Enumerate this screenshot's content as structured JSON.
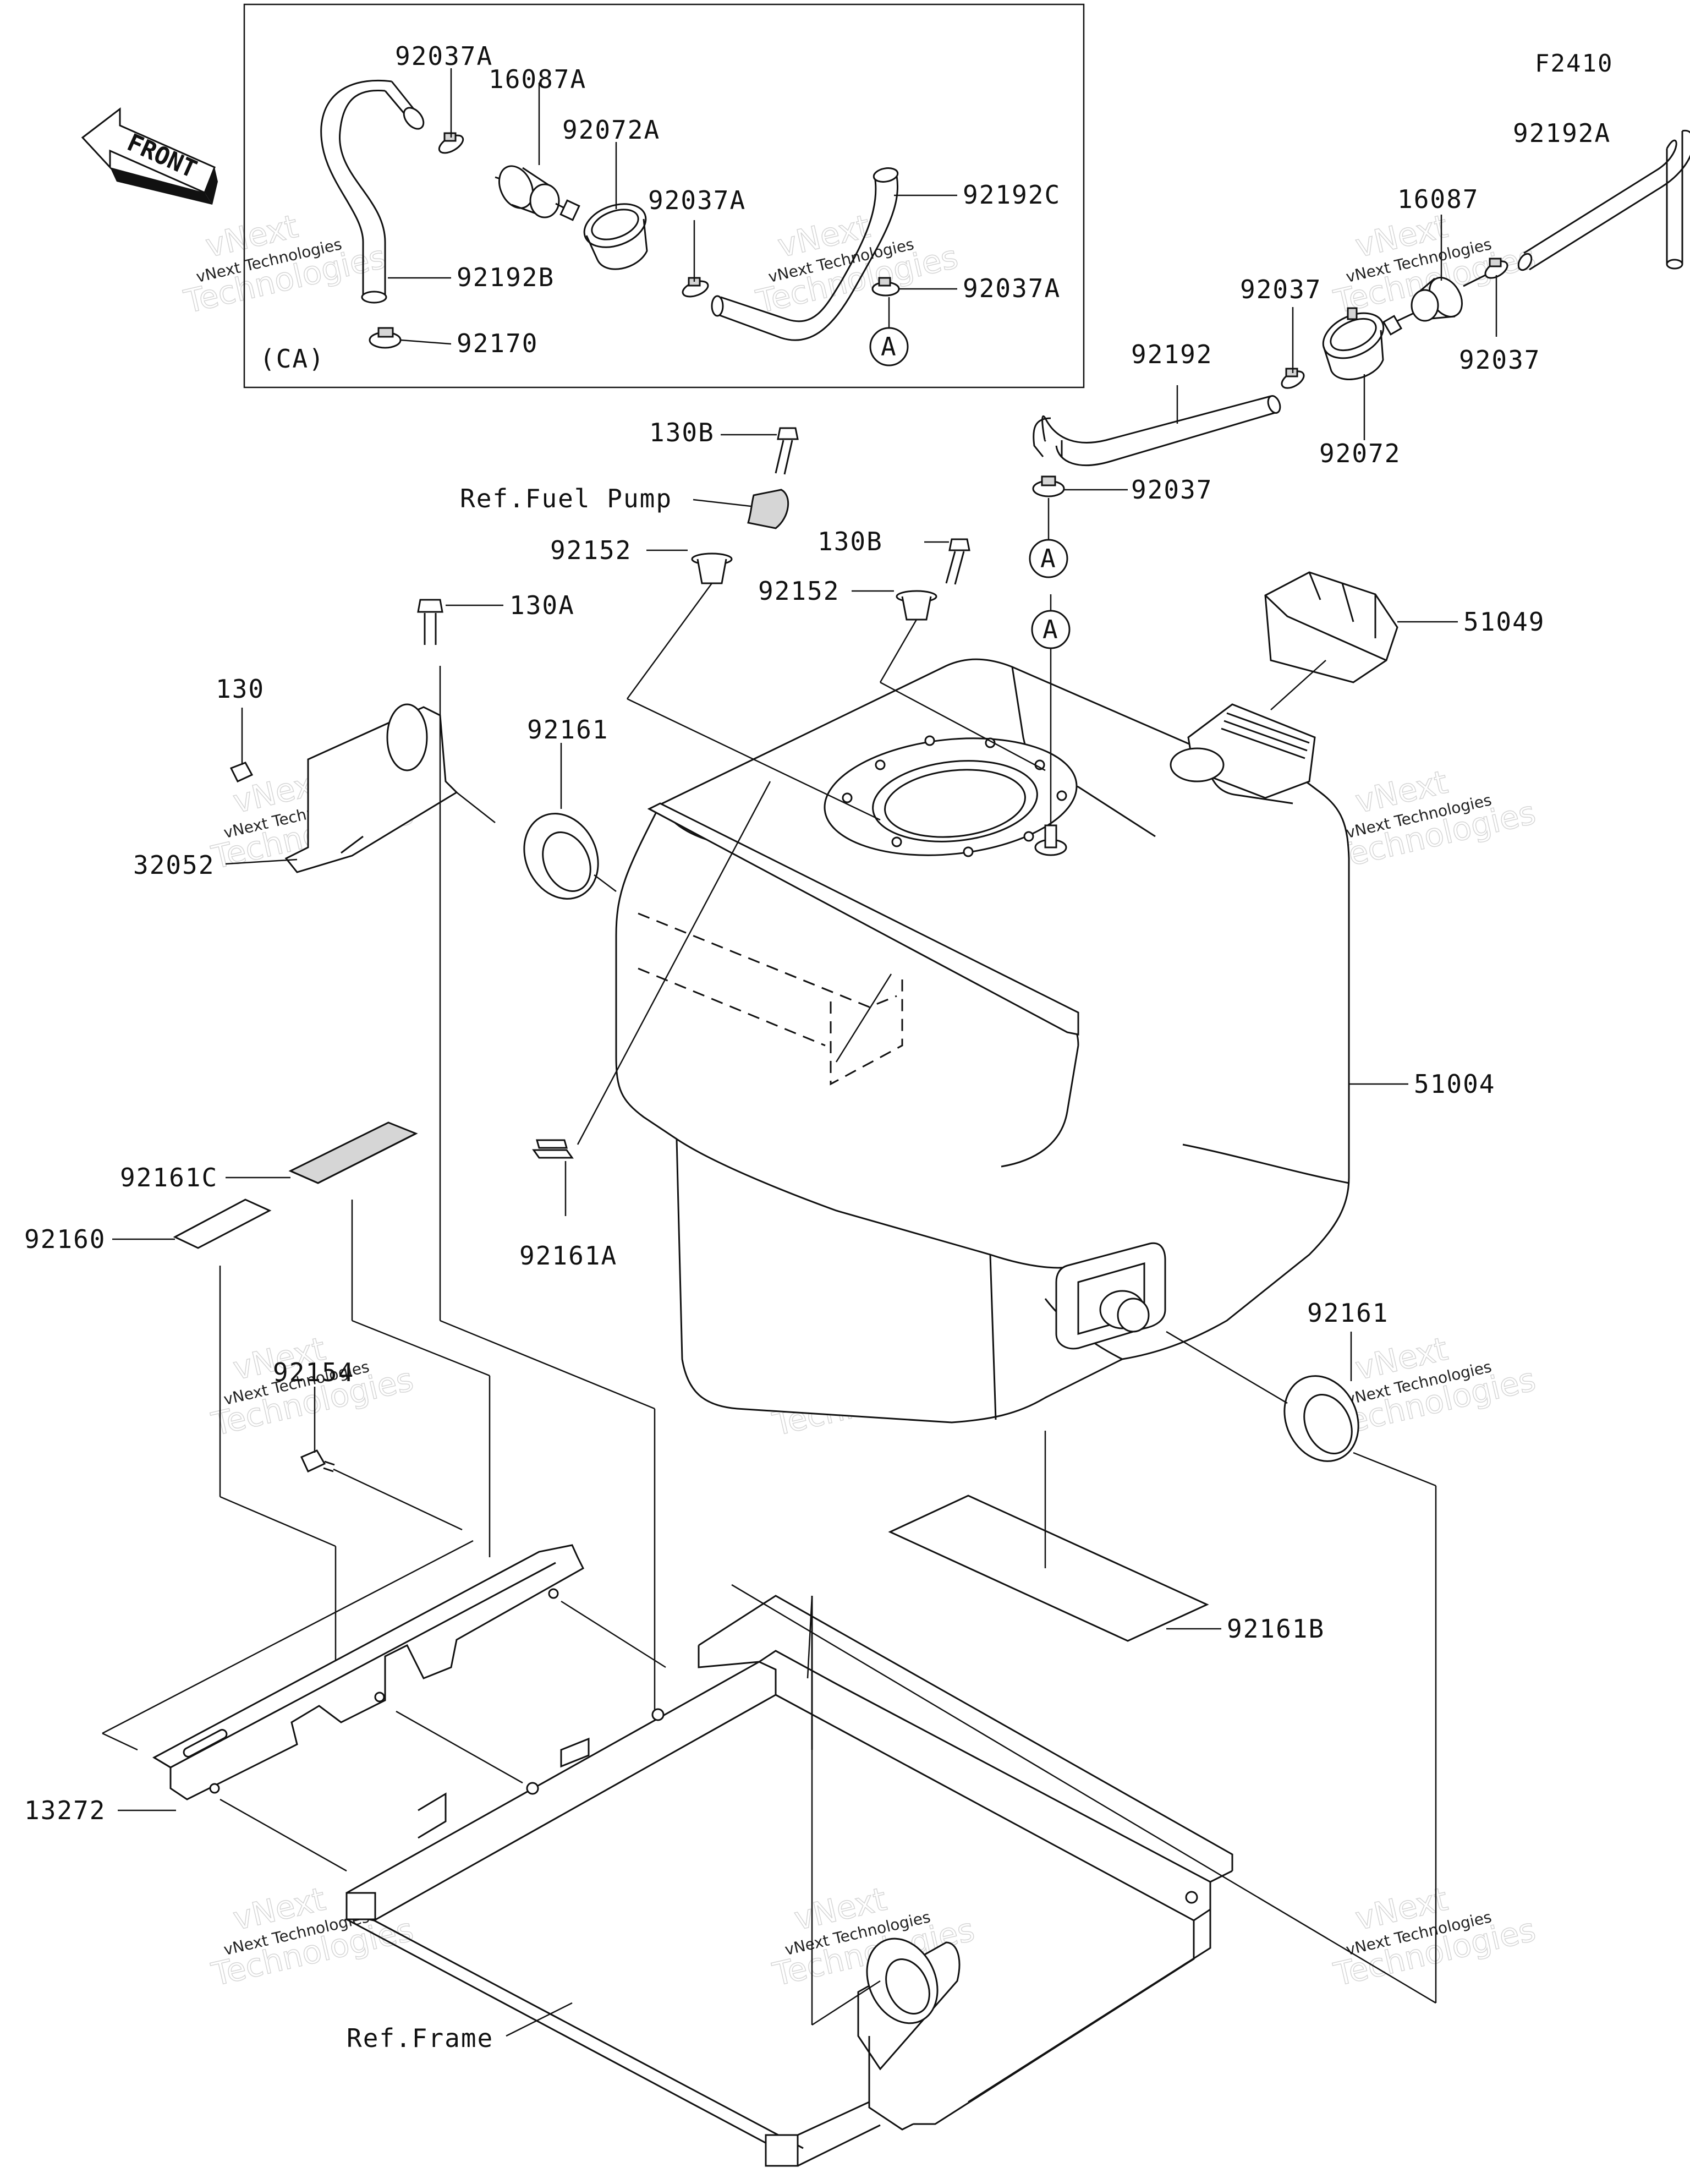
{
  "diagram_code": "F2410",
  "front_label": "FRONT",
  "inset_label": "(CA)",
  "watermark_text": [
    "vNext",
    "vNext Technologies",
    "Technologies"
  ],
  "callouts": {
    "inset_92037A_top": "92037A",
    "inset_16087A": "16087A",
    "inset_92072A": "92072A",
    "inset_92037A_mid": "92037A",
    "inset_92192C": "92192C",
    "inset_92037A_right": "92037A",
    "inset_92192B": "92192B",
    "inset_92170": "92170",
    "inset_A": "A",
    "main_92192A": "92192A",
    "main_16087": "16087",
    "main_92037_left": "92037",
    "main_92037_right": "92037",
    "main_92192": "92192",
    "main_92072": "92072",
    "main_92037_clamp": "92037",
    "main_A_hose": "A",
    "main_A_tank": "A",
    "main_130B_top": "130B",
    "main_ref_fuel_pump": "Ref.Fuel Pump",
    "main_92152_left": "92152",
    "main_130B_mid": "130B",
    "main_92152_right": "92152",
    "main_51049": "51049",
    "main_130A": "130A",
    "main_130": "130",
    "main_92161_top": "92161",
    "main_32052": "32052",
    "main_51004": "51004",
    "main_92161C": "92161C",
    "main_92160": "92160",
    "main_92161A": "92161A",
    "main_92161_right": "92161",
    "main_92154": "92154",
    "main_92161B": "92161B",
    "main_13272": "13272",
    "main_ref_frame": "Ref.Frame"
  }
}
